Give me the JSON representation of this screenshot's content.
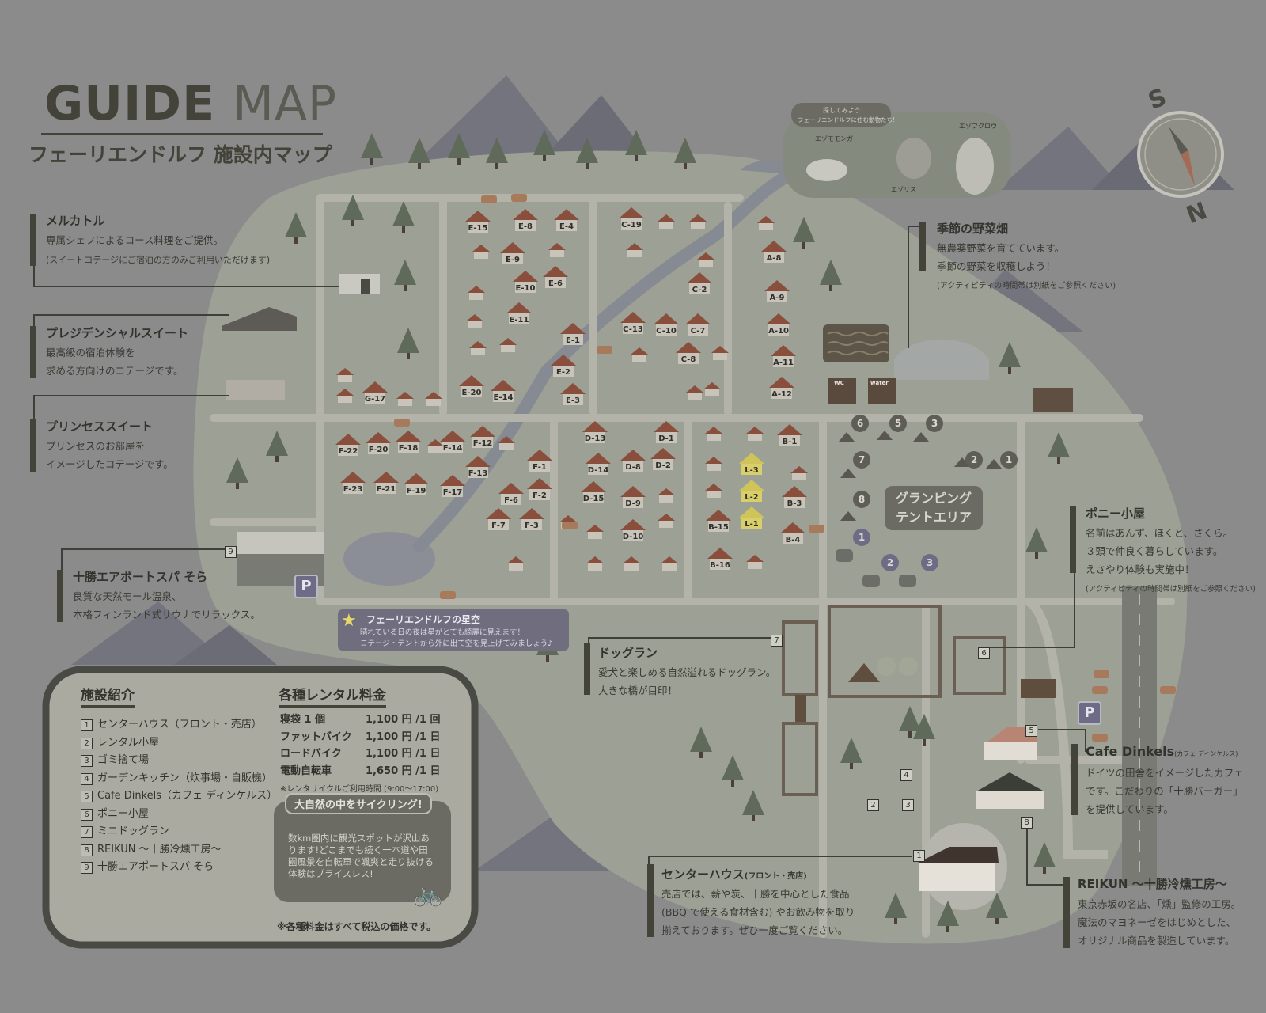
{
  "header": {
    "guide": "GUIDE",
    "map": "MAP",
    "subtitle": "フェーリエンドルフ 施設内マップ"
  },
  "compass": {
    "s": "S",
    "n": "N"
  },
  "animals": {
    "ask": "探してみよう!",
    "ask2": "フェーリエンドルフに住む動物たち!",
    "momonga": "エゾモモンガ",
    "fukurou": "エゾフクロウ",
    "risu": "エゾリス"
  },
  "callouts": {
    "meru": {
      "title": "メルカトル",
      "l1": "専属シェフによるコース料理をご提供。",
      "l2": "(スイートコテージにご宿泊の方のみご利用いただけます)"
    },
    "pres": {
      "title": "プレジデンシャルスイート",
      "l1": "最高級の宿泊体験を",
      "l2": "求める方向けのコテージです。"
    },
    "prin": {
      "title": "プリンセススイート",
      "l1": "プリンセスのお部屋を",
      "l2": "イメージしたコテージです。"
    },
    "spa": {
      "title": "十勝エアポートスパ そら",
      "l1": "良質な天然モール温泉、",
      "l2": "本格フィンランド式サウナでリラックス。"
    },
    "veg": {
      "title": "季節の野菜畑",
      "l1": "無農薬野菜を育てています。",
      "l2": "季節の野菜を収穫しよう！",
      "note": "(アクティビティの時間帯は別紙をご参照ください)"
    },
    "pony": {
      "title": "ポニー小屋",
      "l1": "名前はあんず、ほくと、さくら。",
      "l2": "３頭で仲良く暮らしています。",
      "l3": "えさやり体験も実施中！",
      "note": "(アクティビティの時間帯は別紙をご参照ください)"
    },
    "dog": {
      "title": "ドッグラン",
      "l1": "愛犬と楽しめる自然溢れるドッグラン。",
      "l2": "大きな橋が目印！"
    },
    "cafe": {
      "title": "Cafe Dinkels",
      "sub": "(カフェ ディンケルス)",
      "l1": "ドイツの田舎をイメージしたカフェ",
      "l2": "です。こだわりの「十勝バーガー」",
      "l3": "を提供しています。"
    },
    "center": {
      "title": "センターハウス",
      "sub": "(フロント・売店)",
      "l1": "売店では、薪や炭、十勝を中心とした食品",
      "l2": "(BBQ で使える食材含む) やお飲み物を取り",
      "l3": "揃えております。ぜひ一度ご覧ください。"
    },
    "reikun": {
      "title": "REIKUN 〜十勝冷燻工房〜",
      "l1": "東京赤坂の名店、「燻」監修の工房。",
      "l2": "魔法のマヨネーゼをはじめとした、",
      "l3": "オリジナル商品を製造しています。"
    }
  },
  "star": {
    "title": "フェーリエンドルフの星空",
    "l1": "晴れている日の夜は星がとても綺麗に見えます！",
    "l2": "コテージ・テントから外に出て空を見上げてみましょう♪"
  },
  "glamping": {
    "l1": "グランピング",
    "l2": "テントエリア"
  },
  "wc": {
    "wc": "WC",
    "water": "water"
  },
  "parking": "P",
  "facilities": {
    "title": "施設紹介",
    "items": [
      {
        "n": "1",
        "label": "センターハウス（フロント・売店）"
      },
      {
        "n": "2",
        "label": "レンタル小屋"
      },
      {
        "n": "3",
        "label": "ゴミ捨て場"
      },
      {
        "n": "4",
        "label": "ガーデンキッチン（炊事場・自販機）"
      },
      {
        "n": "5",
        "label": "Cafe Dinkels（カフェ ディンケルス）"
      },
      {
        "n": "6",
        "label": "ポニー小屋"
      },
      {
        "n": "7",
        "label": "ミニドッグラン"
      },
      {
        "n": "8",
        "label": "REIKUN 〜十勝冷燻工房〜"
      },
      {
        "n": "9",
        "label": "十勝エアポートスパ そら"
      }
    ]
  },
  "rental": {
    "title": "各種レンタル料金",
    "items": [
      {
        "name": "寝袋 1 個",
        "price": "1,100 円 /1 回"
      },
      {
        "name": "ファットバイク",
        "price": "1,100 円 /1 日"
      },
      {
        "name": "ロードバイク",
        "price": "1,100 円 /1 日"
      },
      {
        "name": "電動自転車",
        "price": "1,650 円 /1 日"
      }
    ],
    "note": "※レンタサイクルご利用時間 (9:00〜17:00)",
    "tax": "※各種料金はすべて税込の価格です。"
  },
  "cycling": {
    "title": "大自然の中をサイクリング!",
    "body": "数km圏内に観光スポットが沢山あります!どこまでも続く一本道や田園風景を自転車で颯爽と走り抜ける体験はプライスレス!"
  },
  "cabins": [
    {
      "label": "E-15"
    },
    {
      "label": "E-8"
    },
    {
      "label": "E-4"
    },
    {
      "label": "C-19"
    },
    {
      "label": "E-9"
    },
    {
      "label": "A-8"
    },
    {
      "label": "E-10"
    },
    {
      "label": "E-6"
    },
    {
      "label": "C-2"
    },
    {
      "label": "A-9"
    },
    {
      "label": "E-11"
    },
    {
      "label": "C-13"
    },
    {
      "label": "C-10"
    },
    {
      "label": "C-7"
    },
    {
      "label": "A-10"
    },
    {
      "label": "E-1"
    },
    {
      "label": "C-8"
    },
    {
      "label": "A-11"
    },
    {
      "label": "E-2"
    },
    {
      "label": "E-20"
    },
    {
      "label": "E-14"
    },
    {
      "label": "E-3"
    },
    {
      "label": "A-12"
    },
    {
      "label": "G-17"
    },
    {
      "label": "D-13"
    },
    {
      "label": "D-1"
    },
    {
      "label": "B-1"
    },
    {
      "label": "F-22"
    },
    {
      "label": "F-20"
    },
    {
      "label": "F-18"
    },
    {
      "label": "F-14"
    },
    {
      "label": "F-12"
    },
    {
      "label": "F-13"
    },
    {
      "label": "F-1"
    },
    {
      "label": "D-14"
    },
    {
      "label": "D-8"
    },
    {
      "label": "D-2"
    },
    {
      "label": "L-3"
    },
    {
      "label": "F-23"
    },
    {
      "label": "F-21"
    },
    {
      "label": "F-19"
    },
    {
      "label": "F-17"
    },
    {
      "label": "F-6"
    },
    {
      "label": "F-2"
    },
    {
      "label": "D-15"
    },
    {
      "label": "D-9"
    },
    {
      "label": "L-2"
    },
    {
      "label": "B-3"
    },
    {
      "label": "F-7"
    },
    {
      "label": "F-3"
    },
    {
      "label": "D-10"
    },
    {
      "label": "B-15"
    },
    {
      "label": "L-1"
    },
    {
      "label": "B-4"
    },
    {
      "label": "B-16"
    }
  ],
  "tents": [
    {
      "n": "6"
    },
    {
      "n": "5"
    },
    {
      "n": "3"
    },
    {
      "n": "2"
    },
    {
      "n": "1"
    },
    {
      "n": "7"
    },
    {
      "n": "8"
    }
  ],
  "tent_purple": [
    {
      "n": "1"
    },
    {
      "n": "2"
    },
    {
      "n": "3"
    }
  ],
  "badges": [
    "7",
    "6",
    "9",
    "5",
    "4",
    "3",
    "2",
    "1",
    "8"
  ]
}
